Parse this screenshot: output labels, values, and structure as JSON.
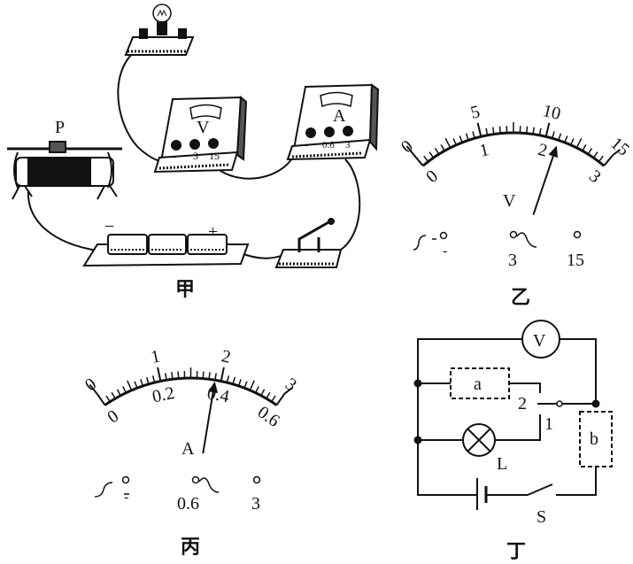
{
  "captions": {
    "jia": "甲",
    "yi": "乙",
    "bing": "丙",
    "ding": "丁"
  },
  "jia": {
    "rheostat_label": "P",
    "voltmeter": {
      "symbol": "V",
      "terminals": [
        "-",
        "3",
        "15"
      ]
    },
    "ammeter": {
      "symbol": "A",
      "terminals": [
        "-",
        "0.6",
        "3"
      ]
    },
    "battery": {
      "negative": "−",
      "positive": "+"
    }
  },
  "yi": {
    "symbol": "V",
    "outer_labels": [
      "0",
      "5",
      "10",
      "15"
    ],
    "inner_labels": [
      "0",
      "1",
      "2",
      "3"
    ],
    "full_scale": 3,
    "divisions": 30,
    "reading": 2.2,
    "terminals": [
      "-",
      "3",
      "15"
    ]
  },
  "bing": {
    "symbol": "A",
    "outer_labels": [
      "0",
      "1",
      "2",
      "3"
    ],
    "inner_labels": [
      "0",
      "0.2",
      "0.4",
      "0.6"
    ],
    "full_scale": 0.6,
    "divisions": 30,
    "reading": 0.38,
    "terminals": [
      "-",
      "0.6",
      "3"
    ]
  },
  "ding": {
    "voltmeter": "V",
    "box_a": "a",
    "box_b": "b",
    "switch_pos_2": "2",
    "switch_pos_1": "1",
    "lamp": "L",
    "switch": "S"
  },
  "colors": {
    "ink": "#111111",
    "background": "#ffffff"
  }
}
